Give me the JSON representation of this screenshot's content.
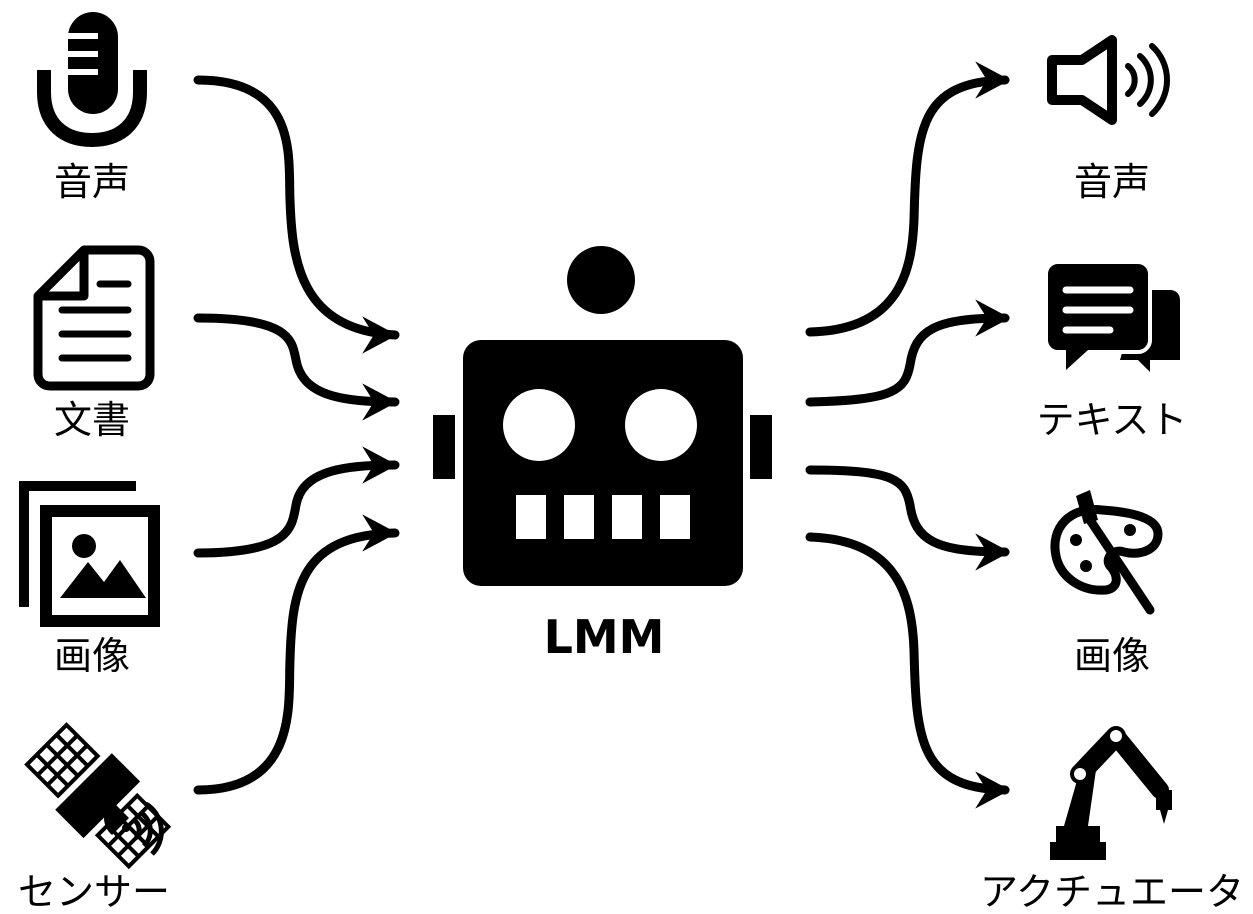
{
  "inputs": [
    {
      "label": "音声",
      "icon": "microphone-icon"
    },
    {
      "label": "文書",
      "icon": "document-icon"
    },
    {
      "label": "画像",
      "icon": "image-gallery-icon"
    },
    {
      "label": "センサー",
      "icon": "satellite-icon"
    }
  ],
  "center": {
    "label": "LMM",
    "icon": "robot-icon"
  },
  "outputs": [
    {
      "label": "音声",
      "icon": "speaker-icon"
    },
    {
      "label": "テキスト",
      "icon": "chat-text-icon"
    },
    {
      "label": "画像",
      "icon": "palette-brush-icon"
    },
    {
      "label": "アクチュエータ",
      "icon": "robot-arm-icon"
    }
  ],
  "colors": {
    "foreground": "#000000",
    "background": "#ffffff"
  }
}
